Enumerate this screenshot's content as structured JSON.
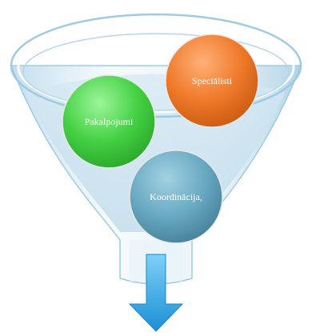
{
  "diagram": {
    "circles": [
      {
        "id": "specialisti",
        "label": "Speciālisti",
        "color": "#ee7622"
      },
      {
        "id": "pakalpojumi",
        "label": "Pakalpojumi",
        "color": "#3fcf3f"
      },
      {
        "id": "koordinacija",
        "label": "Koordinācija,",
        "color": "#5c9fb8"
      }
    ],
    "colors": {
      "funnel_body": "#dcedf6",
      "funnel_rim": "#9fcbe2",
      "water": "#c9e2ef",
      "arrow": "#29a3e3"
    }
  }
}
